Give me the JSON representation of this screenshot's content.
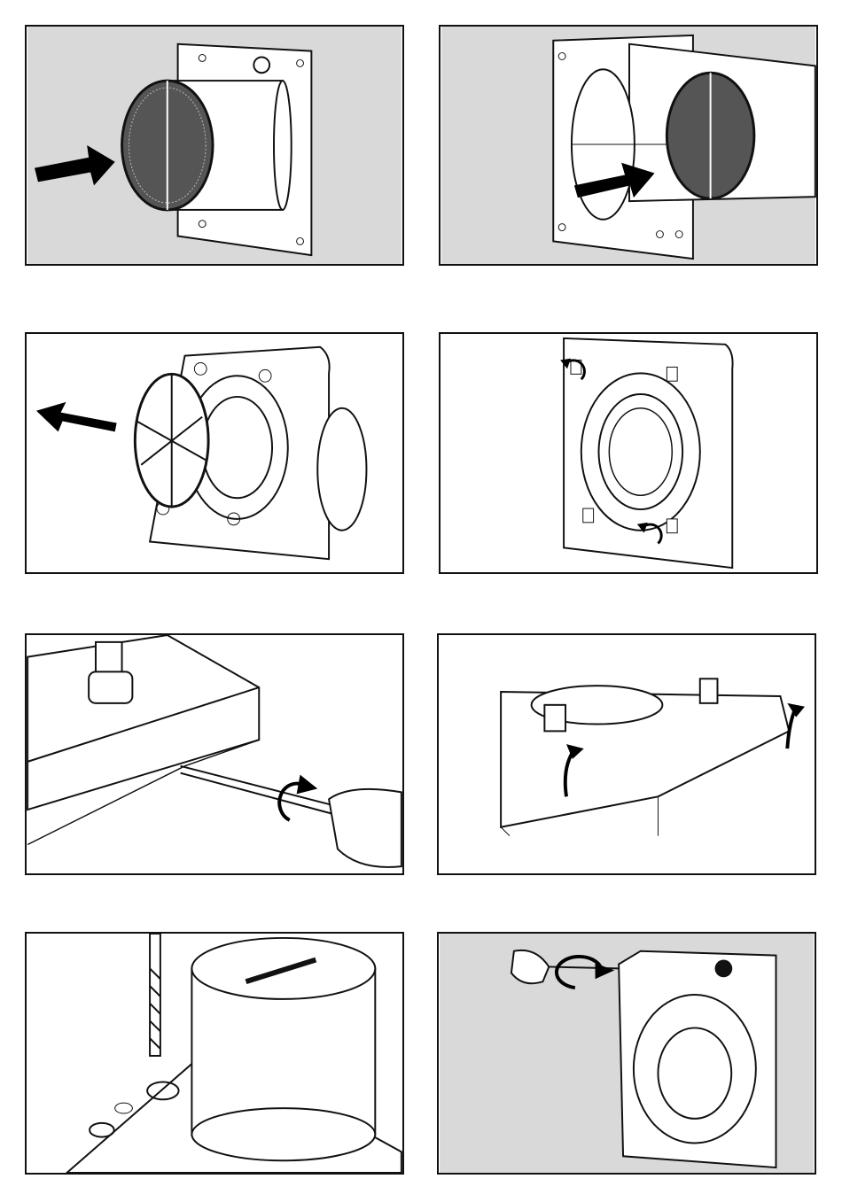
{
  "page": {
    "colors": {
      "outline": "#111111",
      "wall": "#d9d9d9",
      "arrow": "#000000",
      "paper": "#ffffff"
    }
  },
  "panels": [
    {
      "id": "panel-1",
      "icon": "insert-fan-into-wall-arrow-icon"
    },
    {
      "id": "panel-2",
      "icon": "fan-inserted-into-duct-arrow-icon"
    },
    {
      "id": "panel-3",
      "icon": "remove-front-grille-arrow-icon"
    },
    {
      "id": "panel-4",
      "icon": "unscrew-cover-screws-icon"
    },
    {
      "id": "panel-5",
      "icon": "screwdriver-pry-latch-icon"
    },
    {
      "id": "panel-6",
      "icon": "lift-cover-arrows-icon"
    },
    {
      "id": "panel-7",
      "icon": "drill-mounting-holes-icon"
    },
    {
      "id": "panel-8",
      "icon": "screw-body-to-wall-icon"
    }
  ]
}
